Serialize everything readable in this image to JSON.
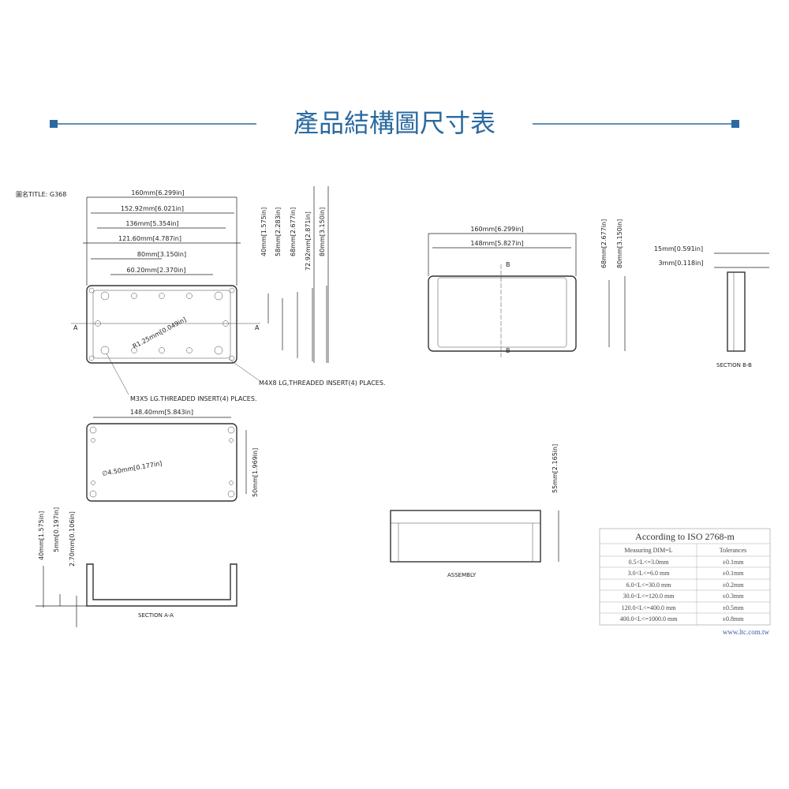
{
  "header": {
    "title": "產品結構圖尺寸表",
    "accent": "#2a6aa0"
  },
  "drawing_title": "圖名TITLE: G368",
  "top_view": {
    "h_dims": [
      "160mm[6.299in]",
      "152.92mm[6.021in]",
      "136mm[5.354in]",
      "121.60mm[4.787in]",
      "80mm[3.150in]",
      "60.20mm[2.370in]"
    ],
    "v_dims": [
      "40mm[1.575in]",
      "58mm[2.283in]",
      "68mm[2.677in]",
      "72.92mm[2.871in]",
      "80mm[3.150in]"
    ],
    "radius": "R1.25mm[0.049in]",
    "section_mark": "A",
    "note_m4": "M4X8 LG,THREADED INSERT(4) PLACES.",
    "note_m3": "M3X5 LG.THREADED INSERT(4) PLACES."
  },
  "lid_view": {
    "h_dims": [
      "160mm[6.299in]",
      "148mm[5.827in]"
    ],
    "v_dims": [
      "68mm[2.677in]",
      "80mm[3.150in]"
    ],
    "section_mark": "B"
  },
  "section_bb": {
    "dims": [
      "15mm[0.591in]",
      "3mm[0.118in]"
    ],
    "label": "SECTION B-B"
  },
  "bottom_view": {
    "h_dim": "148.40mm[5.843in]",
    "v_dim": "50mm[1.969in]",
    "hole": "∅4.50mm[0.177in]"
  },
  "section_aa": {
    "dims": [
      "40mm[1.575in]",
      "5mm[0.197in]",
      "2.70mm[0.106in]"
    ],
    "label": "SECTION A-A"
  },
  "assembly": {
    "dim": "55mm[2.165in]",
    "label": "ASSEMBLY"
  },
  "tolerance_table": {
    "title": "According to ISO 2768-m",
    "headers": [
      "Measuring  DIM=L",
      "Tolerances"
    ],
    "rows": [
      [
        "0.5<L<=3.0mm",
        "±0.1mm"
      ],
      [
        "3.0<L<=6.0 mm",
        "±0.1mm"
      ],
      [
        "6.0<L<=30.0 mm",
        "±0.2mm"
      ],
      [
        "30.0<L<=120.0 mm",
        "±0.3mm"
      ],
      [
        "120.0<L<=400.0 mm",
        "±0.5mm"
      ],
      [
        "400.0<L<=1000.0 mm",
        "±0.8mm"
      ]
    ]
  },
  "website": "www.ltc.com.tw"
}
